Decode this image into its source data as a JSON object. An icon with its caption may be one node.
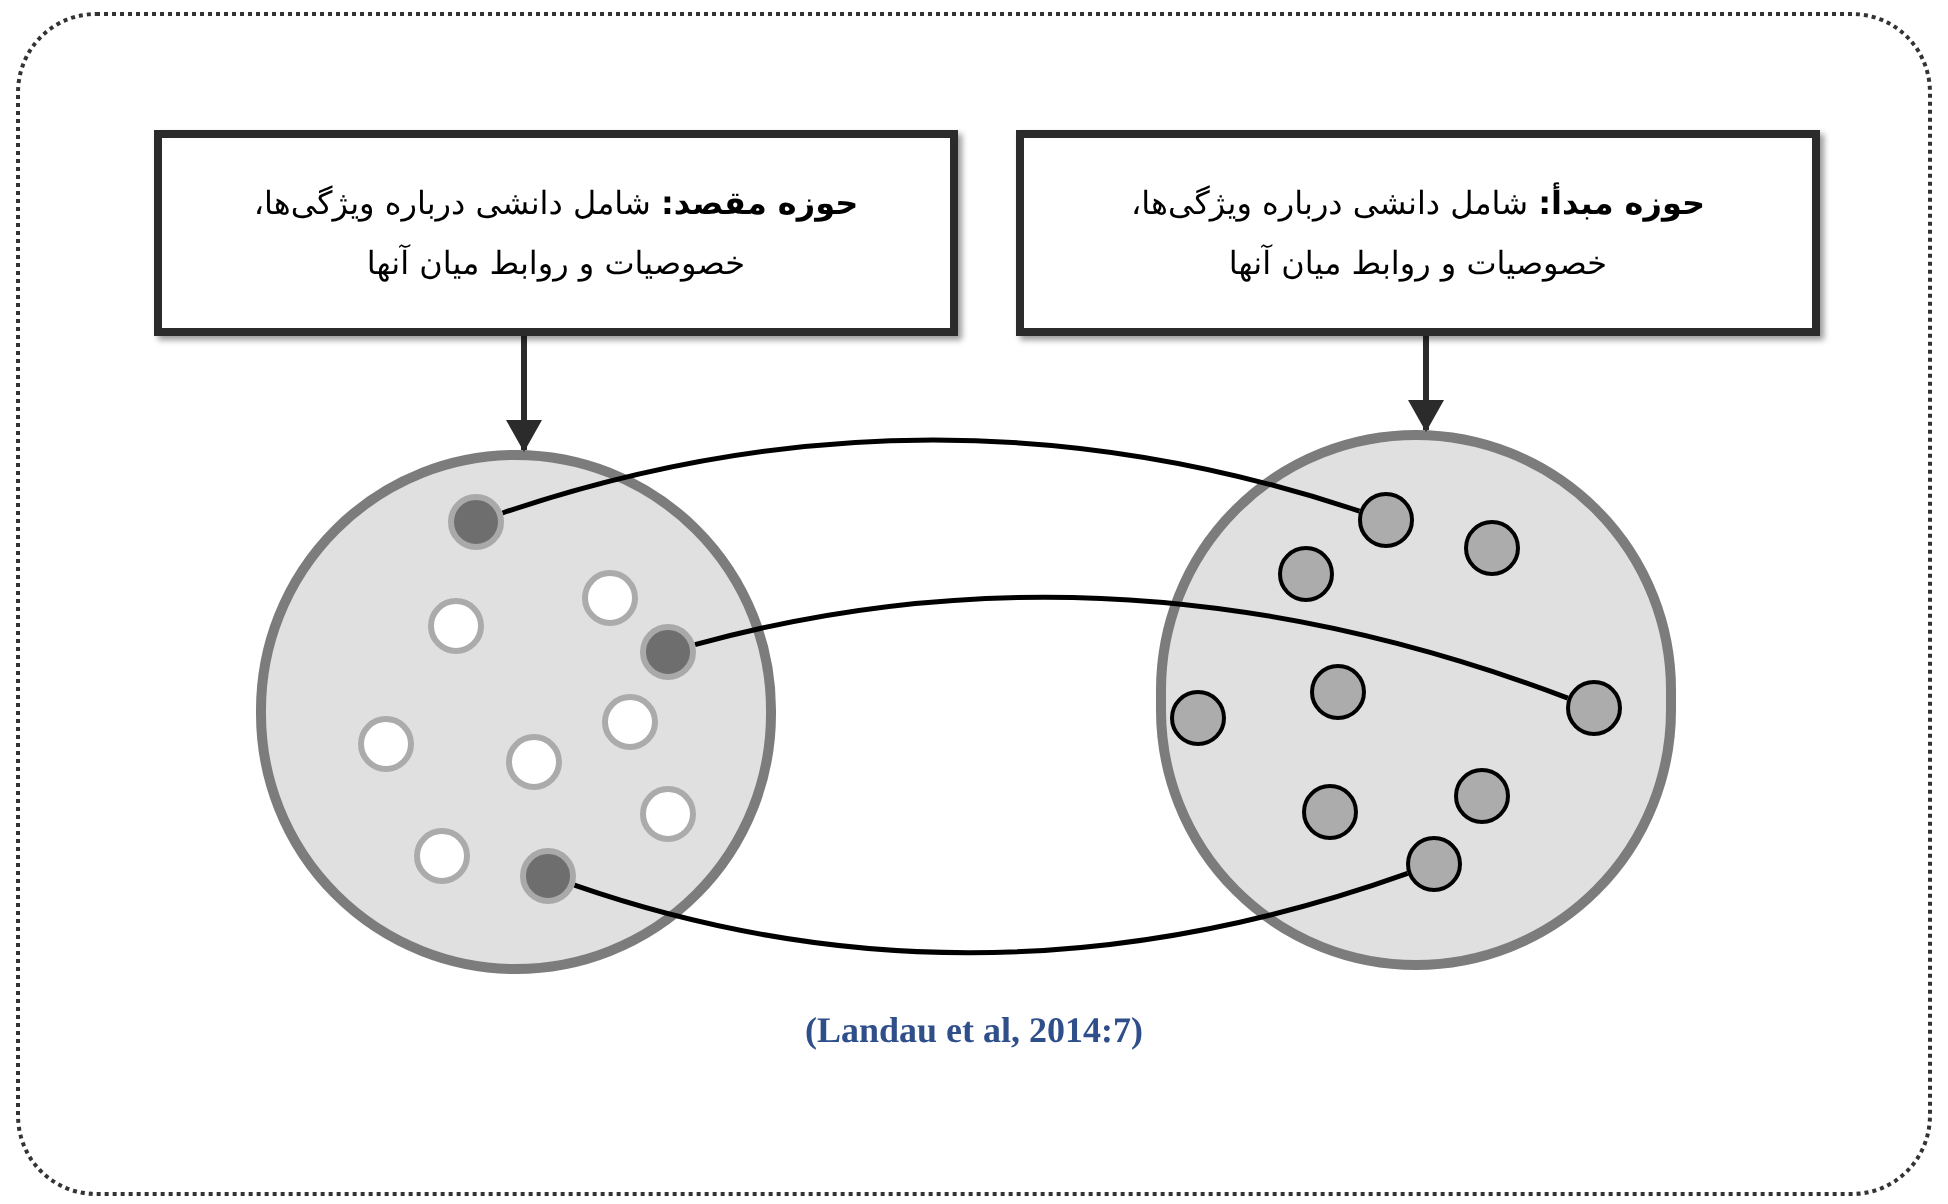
{
  "diagram": {
    "caption": "(Landau et al, 2014:7)",
    "nodes": [
      {
        "text": [
          "**حوزه مقصد:** شامل دانشی درباره ویژگی‌ها، خصوصیات و روابط میان آنها"
        ]
      },
      {
        "text": [
          "**حوزه مبدأ:** شامل دانشی درباره ویژگی‌ها، خصوصیات و روابط میان آنها"
        ]
      },
      {
        "text": [],
        "shape": "circle"
      },
      {
        "text": [],
        "shape": "circle"
      },
      {
        "text": [],
        "shape": "circle",
        "in": 2
      },
      {
        "text": [],
        "shape": "circle",
        "in": 2
      },
      {
        "text": [],
        "shape": "circle",
        "in": 2
      },
      {
        "text": [],
        "shape": "circle",
        "in": 2
      },
      {
        "text": [],
        "shape": "circle",
        "in": 2
      },
      {
        "text": [],
        "shape": "circle",
        "in": 2
      },
      {
        "text": [],
        "shape": "circle",
        "in": 2
      },
      {
        "text": [],
        "shape": "circle",
        "in": 2
      },
      {
        "text": [],
        "shape": "circle",
        "in": 2
      },
      {
        "text": [],
        "shape": "circle",
        "in": 2
      },
      {
        "text": [],
        "shape": "circle",
        "in": 3
      },
      {
        "text": [],
        "shape": "circle",
        "in": 3
      },
      {
        "text": [],
        "shape": "circle",
        "in": 3
      },
      {
        "text": [],
        "shape": "circle",
        "in": 3
      },
      {
        "text": [],
        "shape": "circle",
        "in": 3
      },
      {
        "text": [],
        "shape": "circle",
        "in": 3
      },
      {
        "text": [],
        "shape": "circle",
        "in": 3
      },
      {
        "text": [],
        "shape": "circle",
        "in": 3
      },
      {
        "text": [],
        "shape": "circle",
        "in": 3
      }
    ],
    "edges": [
      {
        "from": 0,
        "to": 2,
        "arrow": "to"
      },
      {
        "from": 1,
        "to": 3,
        "arrow": "to"
      },
      {
        "from": 4,
        "to": 14,
        "arrow": "none"
      },
      {
        "from": 7,
        "to": 18,
        "arrow": "none"
      },
      {
        "from": 13,
        "to": 22,
        "arrow": "none"
      }
    ]
  }
}
